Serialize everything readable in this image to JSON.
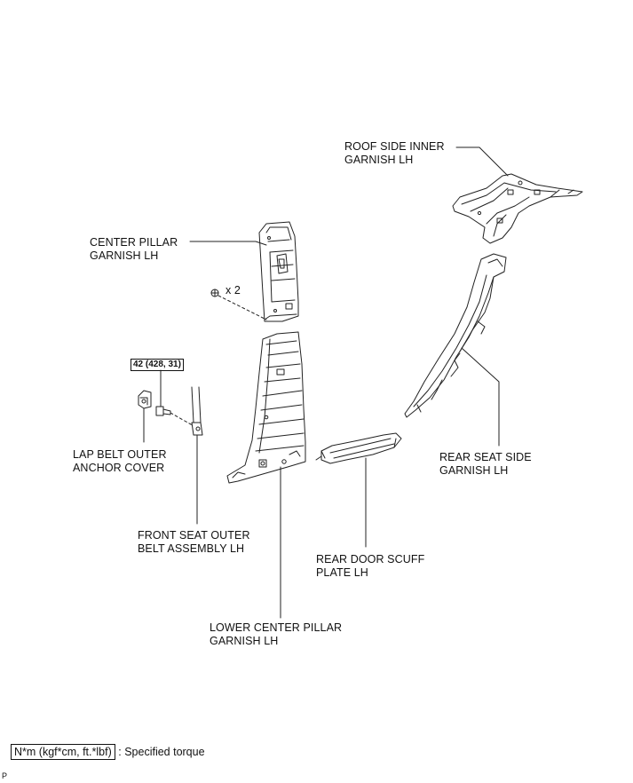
{
  "labels": {
    "roof_side_inner": [
      "ROOF SIDE INNER",
      "GARNISH LH"
    ],
    "center_pillar": [
      "CENTER PILLAR",
      "GARNISH LH"
    ],
    "lap_belt": [
      "LAP BELT OUTER",
      "ANCHOR COVER"
    ],
    "front_seat_belt": [
      "FRONT SEAT OUTER",
      "BELT ASSEMBLY LH"
    ],
    "lower_center_pillar": [
      "LOWER CENTER PILLAR",
      "GARNISH LH"
    ],
    "rear_door_scuff": [
      "REAR DOOR SCUFF",
      "PLATE LH"
    ],
    "rear_seat_side": [
      "REAR SEAT SIDE",
      "GARNISH LH"
    ]
  },
  "clip_quantity": "x 2",
  "torque_value": "42 (428, 31)",
  "legend": {
    "unit": "N*m (kgf*cm, ft.*lbf)",
    "separator": ":",
    "description": "Specified torque"
  },
  "corner_mark": "P"
}
